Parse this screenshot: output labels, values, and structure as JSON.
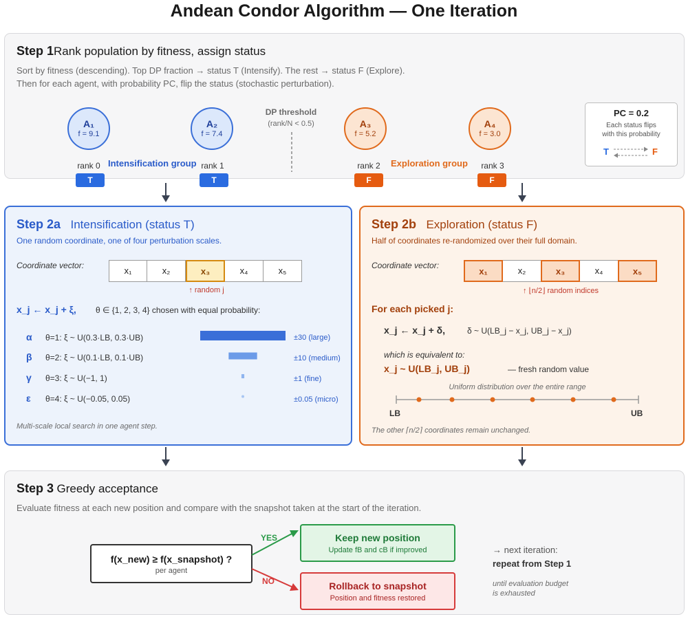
{
  "title": "Andean Condor Algorithm — One Iteration",
  "step1": {
    "label": "Step 1",
    "heading": "Rank population by fitness, assign status",
    "desc1": "Sort by fitness (descending). Top DP fraction → status T (Intensify). The rest → status F (Explore).",
    "desc2": "Then for each agent, with probability PC, flip the status (stochastic perturbation).",
    "agents": [
      {
        "name": "A₁",
        "fitness": "f = 9.1",
        "rank": "rank 0",
        "status": "T"
      },
      {
        "name": "A₂",
        "fitness": "f = 7.4",
        "rank": "rank 1",
        "status": "T"
      },
      {
        "name": "A₃",
        "fitness": "f = 5.2",
        "rank": "rank 2",
        "status": "F"
      },
      {
        "name": "A₄",
        "fitness": "f = 3.0",
        "rank": "rank 3",
        "status": "F"
      }
    ],
    "intensification_group": "Intensification group",
    "exploration_group": "Exploration group",
    "threshold_title": "DP threshold",
    "threshold_cond": "(rank/N < 0.5)",
    "pc_title": "PC = 0.2",
    "pc_desc1": "Each status flips",
    "pc_desc2": "with this probability",
    "pc_t": "T",
    "pc_f": "F"
  },
  "step2a": {
    "label": "Step 2a",
    "heading": "Intensification (status T)",
    "desc": "One random coordinate, one of four perturbation scales.",
    "coord_label": "Coordinate vector:",
    "cells": [
      "x₁",
      "x₂",
      "x₃",
      "x₄",
      "x₅"
    ],
    "pointer": "↑ random j",
    "formula": "x_j ← x_j + ξ,",
    "theta_desc": "θ ∈ {1, 2, 3, 4} chosen with equal probability:",
    "scales": [
      {
        "greek": "α",
        "rule": "θ=1: ξ ~ U(0.3·LB, 0.3·UB)",
        "magnitude": "±30 (large)",
        "value": 30
      },
      {
        "greek": "β",
        "rule": "θ=2: ξ ~ U(0.1·LB, 0.1·UB)",
        "magnitude": "±10 (medium)",
        "value": 10
      },
      {
        "greek": "γ",
        "rule": "θ=3: ξ ~ U(−1, 1)",
        "magnitude": "±1 (fine)",
        "value": 1
      },
      {
        "greek": "ε",
        "rule": "θ=4: ξ ~ U(−0.05, 0.05)",
        "magnitude": "±0.05 (micro)",
        "value": 0.05
      }
    ],
    "footnote": "Multi-scale local search in one agent step."
  },
  "step2b": {
    "label": "Step 2b",
    "heading": "Exploration (status F)",
    "desc": "Half of coordinates re-randomized over their full domain.",
    "coord_label": "Coordinate vector:",
    "cells": [
      "x₁",
      "x₂",
      "x₃",
      "x₄",
      "x₅"
    ],
    "pointer": "↑ ⌊n/2⌋ random indices",
    "picked_title": "For each picked j:",
    "formula": "x_j ← x_j + δ,",
    "delta_desc": "δ ~ U(LB_j − x_j, UB_j − x_j)",
    "equiv_label": "which is equivalent to:",
    "equiv_formula": "x_j ~ U(LB_j, UB_j)",
    "equiv_note": "— fresh random value",
    "uniform_label": "Uniform distribution over the entire range",
    "lb": "LB",
    "ub": "UB",
    "footnote": "The other ⌈n/2⌉ coordinates remain unchanged."
  },
  "step3": {
    "label": "Step 3",
    "heading": "Greedy acceptance",
    "desc": "Evaluate fitness at each new position and compare with the snapshot taken at the start of the iteration.",
    "decision": "f(x_new) ≥ f(x_snapshot) ?",
    "decision_sub": "per agent",
    "yes": "YES",
    "no": "NO",
    "keep_title": "Keep new position",
    "keep_sub": "Update fB and cB if improved",
    "rollback_title": "Rollback to snapshot",
    "rollback_sub": "Position and fitness restored",
    "next1": "→ next iteration:",
    "next2": "repeat from Step 1",
    "until1": "until evaluation budget",
    "until2": "is exhausted"
  },
  "colors": {
    "blue": "#2a6be0",
    "orange": "#e55b10",
    "green": "#2a9a48",
    "red": "#d63a3a"
  }
}
